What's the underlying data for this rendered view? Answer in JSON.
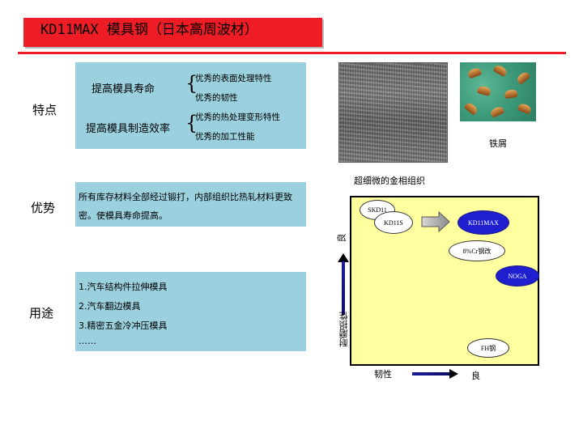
{
  "title": "KD11MAX 模具钢（日本高周波材）",
  "sections": {
    "features": {
      "label": "特点",
      "groups": [
        {
          "main": "提高模具寿命",
          "subs": [
            "优秀的表面处理特性",
            "优秀的韧性"
          ]
        },
        {
          "main": "提高模具制造效率",
          "subs": [
            "优秀的热处理变形特性",
            "优秀的加工性能"
          ]
        }
      ]
    },
    "advantages": {
      "label": "优势",
      "text": "所有库存材料全部经过锻打，内部组织比热轧材料更致密。使模具寿命提高。"
    },
    "uses": {
      "label": "用途",
      "items": [
        "1.汽车结构件拉伸模具",
        "2.汽车翻边模具",
        "3.精密五金冷冲压模具",
        "……"
      ]
    }
  },
  "images": {
    "chips_caption": "铁屑",
    "micro_caption": "超细微的金相组织"
  },
  "chart": {
    "y_axis_label": "耐磨损性",
    "y_good": "良",
    "x_axis_label": "韧性",
    "x_good": "良",
    "grades": {
      "skd11": "SKD11",
      "kd11s": "KD11S",
      "kd11max": "KD11MAX",
      "cr8": "8%Cr钢改",
      "noga": "NOGA",
      "fh": "FH钢"
    }
  },
  "colors": {
    "accent_red": "#ee1c25",
    "box_blue": "#9bd0de",
    "chart_bg": "#ffffa0",
    "highlight_blue": "#1f1fcf"
  }
}
